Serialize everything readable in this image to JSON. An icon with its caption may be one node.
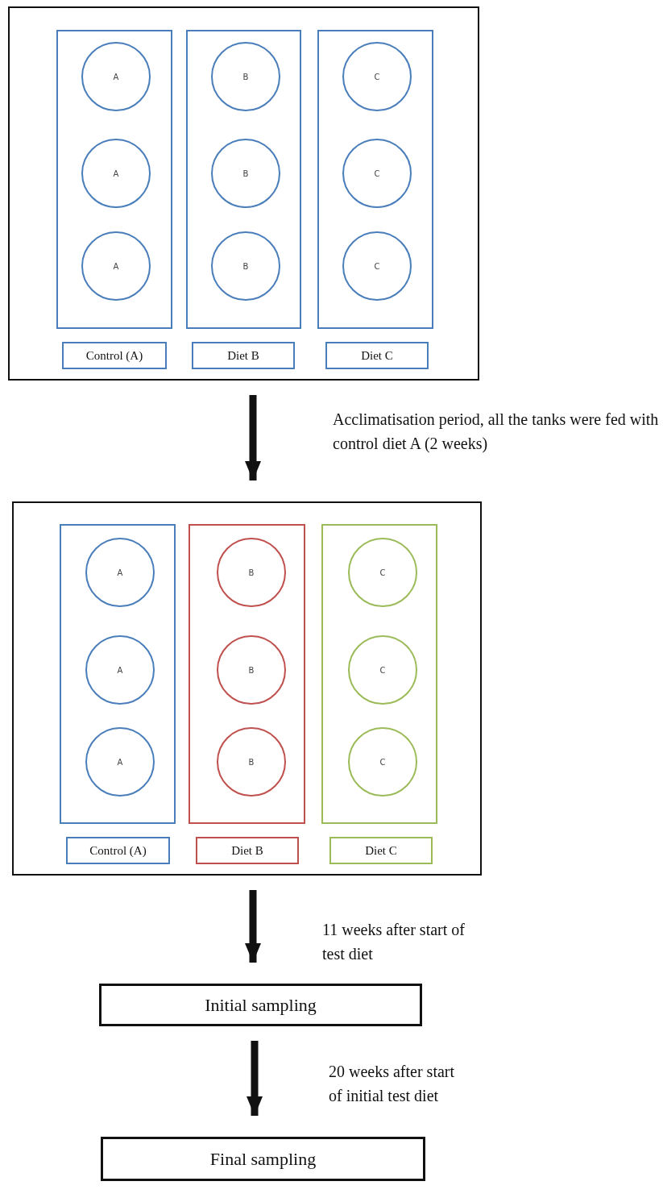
{
  "diagram": {
    "nodes": [
      {
        "text": [],
        "shape": "box"
      },
      {
        "text": [],
        "shape": "box",
        "in": 0
      },
      {
        "text": [
          "A"
        ],
        "in": 1
      },
      {
        "text": [
          "A"
        ],
        "in": 1
      },
      {
        "text": [
          "A"
        ],
        "in": 1
      },
      {
        "text": [],
        "shape": "box",
        "in": 0
      },
      {
        "text": [
          "B"
        ],
        "in": 5
      },
      {
        "text": [
          "B"
        ],
        "in": 5
      },
      {
        "text": [
          "B"
        ],
        "in": 5
      },
      {
        "text": [],
        "shape": "box",
        "in": 0
      },
      {
        "text": [
          "C"
        ],
        "in": 9
      },
      {
        "text": [
          "C"
        ],
        "in": 9
      },
      {
        "text": [
          "C"
        ],
        "in": 9
      },
      {
        "text": [
          "Control (A)"
        ],
        "in": 0
      },
      {
        "text": [
          "Diet B"
        ],
        "in": 0
      },
      {
        "text": [
          "Diet C"
        ],
        "in": 0
      },
      {
        "text": [],
        "shape": "box"
      },
      {
        "text": [],
        "shape": "box",
        "in": 16
      },
      {
        "text": [
          "A"
        ],
        "in": 17
      },
      {
        "text": [
          "A"
        ],
        "in": 17
      },
      {
        "text": [
          "A"
        ],
        "in": 17
      },
      {
        "text": [],
        "shape": "box",
        "in": 16
      },
      {
        "text": [
          "B"
        ],
        "in": 21
      },
      {
        "text": [
          "B"
        ],
        "in": 21
      },
      {
        "text": [
          "B"
        ],
        "in": 21
      },
      {
        "text": [],
        "shape": "box",
        "in": 16
      },
      {
        "text": [
          "C"
        ],
        "in": 25
      },
      {
        "text": [
          "C"
        ],
        "in": 25
      },
      {
        "text": [
          "C"
        ],
        "in": 25
      },
      {
        "text": [
          "Control (A)"
        ],
        "in": 16
      },
      {
        "text": [
          "Diet B"
        ],
        "in": 16
      },
      {
        "text": [
          "Diet C"
        ],
        "in": 16
      },
      {
        "text": [
          "Initial sampling"
        ]
      },
      {
        "text": [
          "Final sampling"
        ]
      }
    ],
    "edges": [
      {
        "from": 0,
        "to": 16,
        "arrow": "to",
        "label": "Acclimatisation period, all the tanks were fed with control diet A (2 weeks)"
      },
      {
        "from": 16,
        "to": 32,
        "arrow": "to",
        "label": "11 weeks after start of test diet"
      },
      {
        "from": 32,
        "to": 33,
        "arrow": "to",
        "label": "20 weeks after start of initial test diet"
      }
    ]
  }
}
